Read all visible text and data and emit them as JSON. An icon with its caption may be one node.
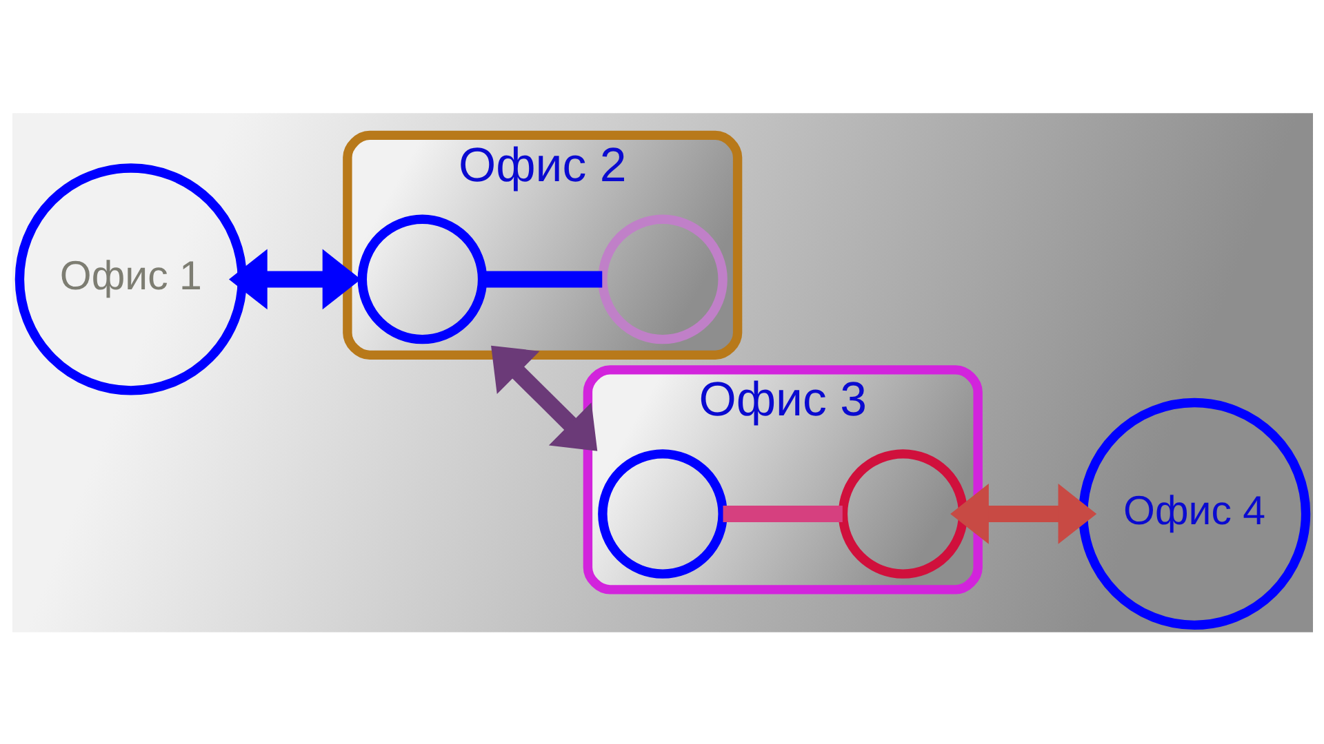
{
  "diagram": {
    "nodes": [
      {
        "text": [
          "Офис 1"
        ]
      },
      {
        "text": [
          "Офис 2"
        ]
      },
      {
        "text": [],
        "shape": "circle",
        "in": 1
      },
      {
        "text": [],
        "shape": "circle",
        "in": 1
      },
      {
        "text": [
          "Офис 3"
        ]
      },
      {
        "text": [],
        "shape": "circle",
        "in": 4
      },
      {
        "text": [],
        "shape": "circle",
        "in": 4
      },
      {
        "text": [
          "Офис 4"
        ]
      }
    ],
    "edges": [
      {
        "from": 0,
        "to": 1,
        "arrow": "both",
        "color": "#0000ff"
      },
      {
        "from": 2,
        "to": 3,
        "arrow": "none",
        "color": "#0000ff"
      },
      {
        "from": 1,
        "to": 4,
        "arrow": "both",
        "color": "#6b3a78"
      },
      {
        "from": 5,
        "to": 6,
        "arrow": "none",
        "color": "#d6407f"
      },
      {
        "from": 6,
        "to": 7,
        "arrow": "both",
        "color": "#c84a44"
      }
    ]
  }
}
